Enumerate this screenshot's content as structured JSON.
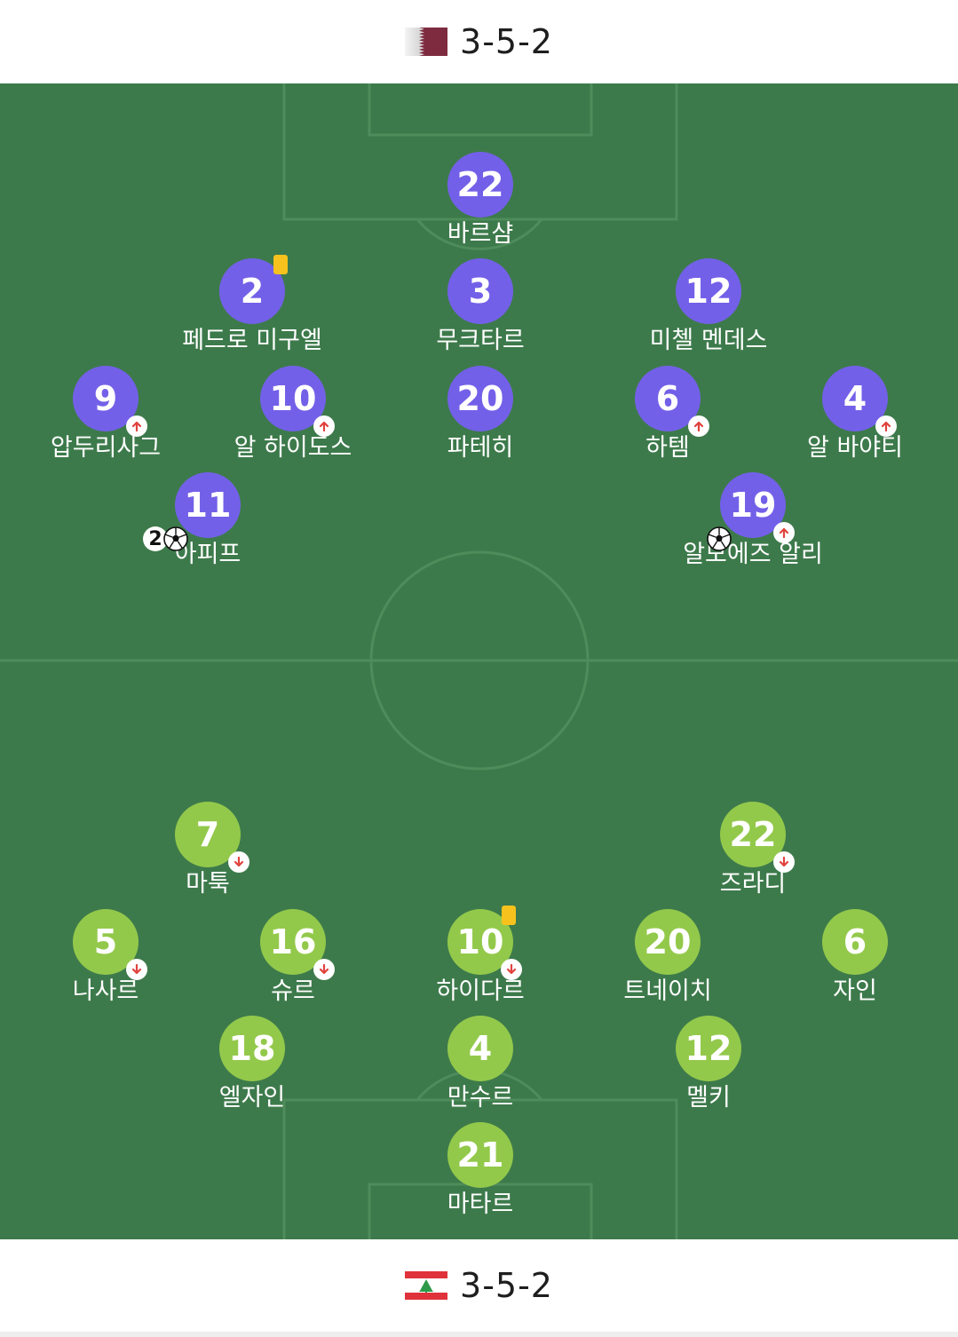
{
  "home_team": {
    "formation": "3-5-2",
    "flag": "qatar-flag",
    "color": "#7360e8",
    "players": [
      {
        "number": "22",
        "name": "바르샴"
      },
      {
        "number": "2",
        "name": "페드로 미구엘",
        "yellow_card": true
      },
      {
        "number": "3",
        "name": "무크타르"
      },
      {
        "number": "12",
        "name": "미첼 멘데스"
      },
      {
        "number": "9",
        "name": "압두리사그",
        "sub": "up"
      },
      {
        "number": "10",
        "name": "알 하이도스",
        "sub": "up"
      },
      {
        "number": "20",
        "name": "파테히"
      },
      {
        "number": "6",
        "name": "하템",
        "sub": "up"
      },
      {
        "number": "4",
        "name": "알 바야티",
        "sub": "up"
      },
      {
        "number": "11",
        "name": "아피프",
        "goals": "2"
      },
      {
        "number": "19",
        "name": "알모에즈 알리",
        "goals": "1",
        "sub": "up"
      }
    ]
  },
  "away_team": {
    "formation": "3-5-2",
    "flag": "lebanon-flag",
    "color": "#93c94b",
    "players": [
      {
        "number": "7",
        "name": "마툭",
        "sub": "down"
      },
      {
        "number": "22",
        "name": "즈라디",
        "sub": "down"
      },
      {
        "number": "5",
        "name": "나사르",
        "sub": "down"
      },
      {
        "number": "16",
        "name": "슈르",
        "sub": "down"
      },
      {
        "number": "10",
        "name": "하이다르",
        "sub": "down",
        "yellow_card": true
      },
      {
        "number": "20",
        "name": "트네이치"
      },
      {
        "number": "6",
        "name": "자인"
      },
      {
        "number": "18",
        "name": "엘자인"
      },
      {
        "number": "4",
        "name": "만수르"
      },
      {
        "number": "12",
        "name": "멜키"
      },
      {
        "number": "21",
        "name": "마타르"
      }
    ]
  }
}
